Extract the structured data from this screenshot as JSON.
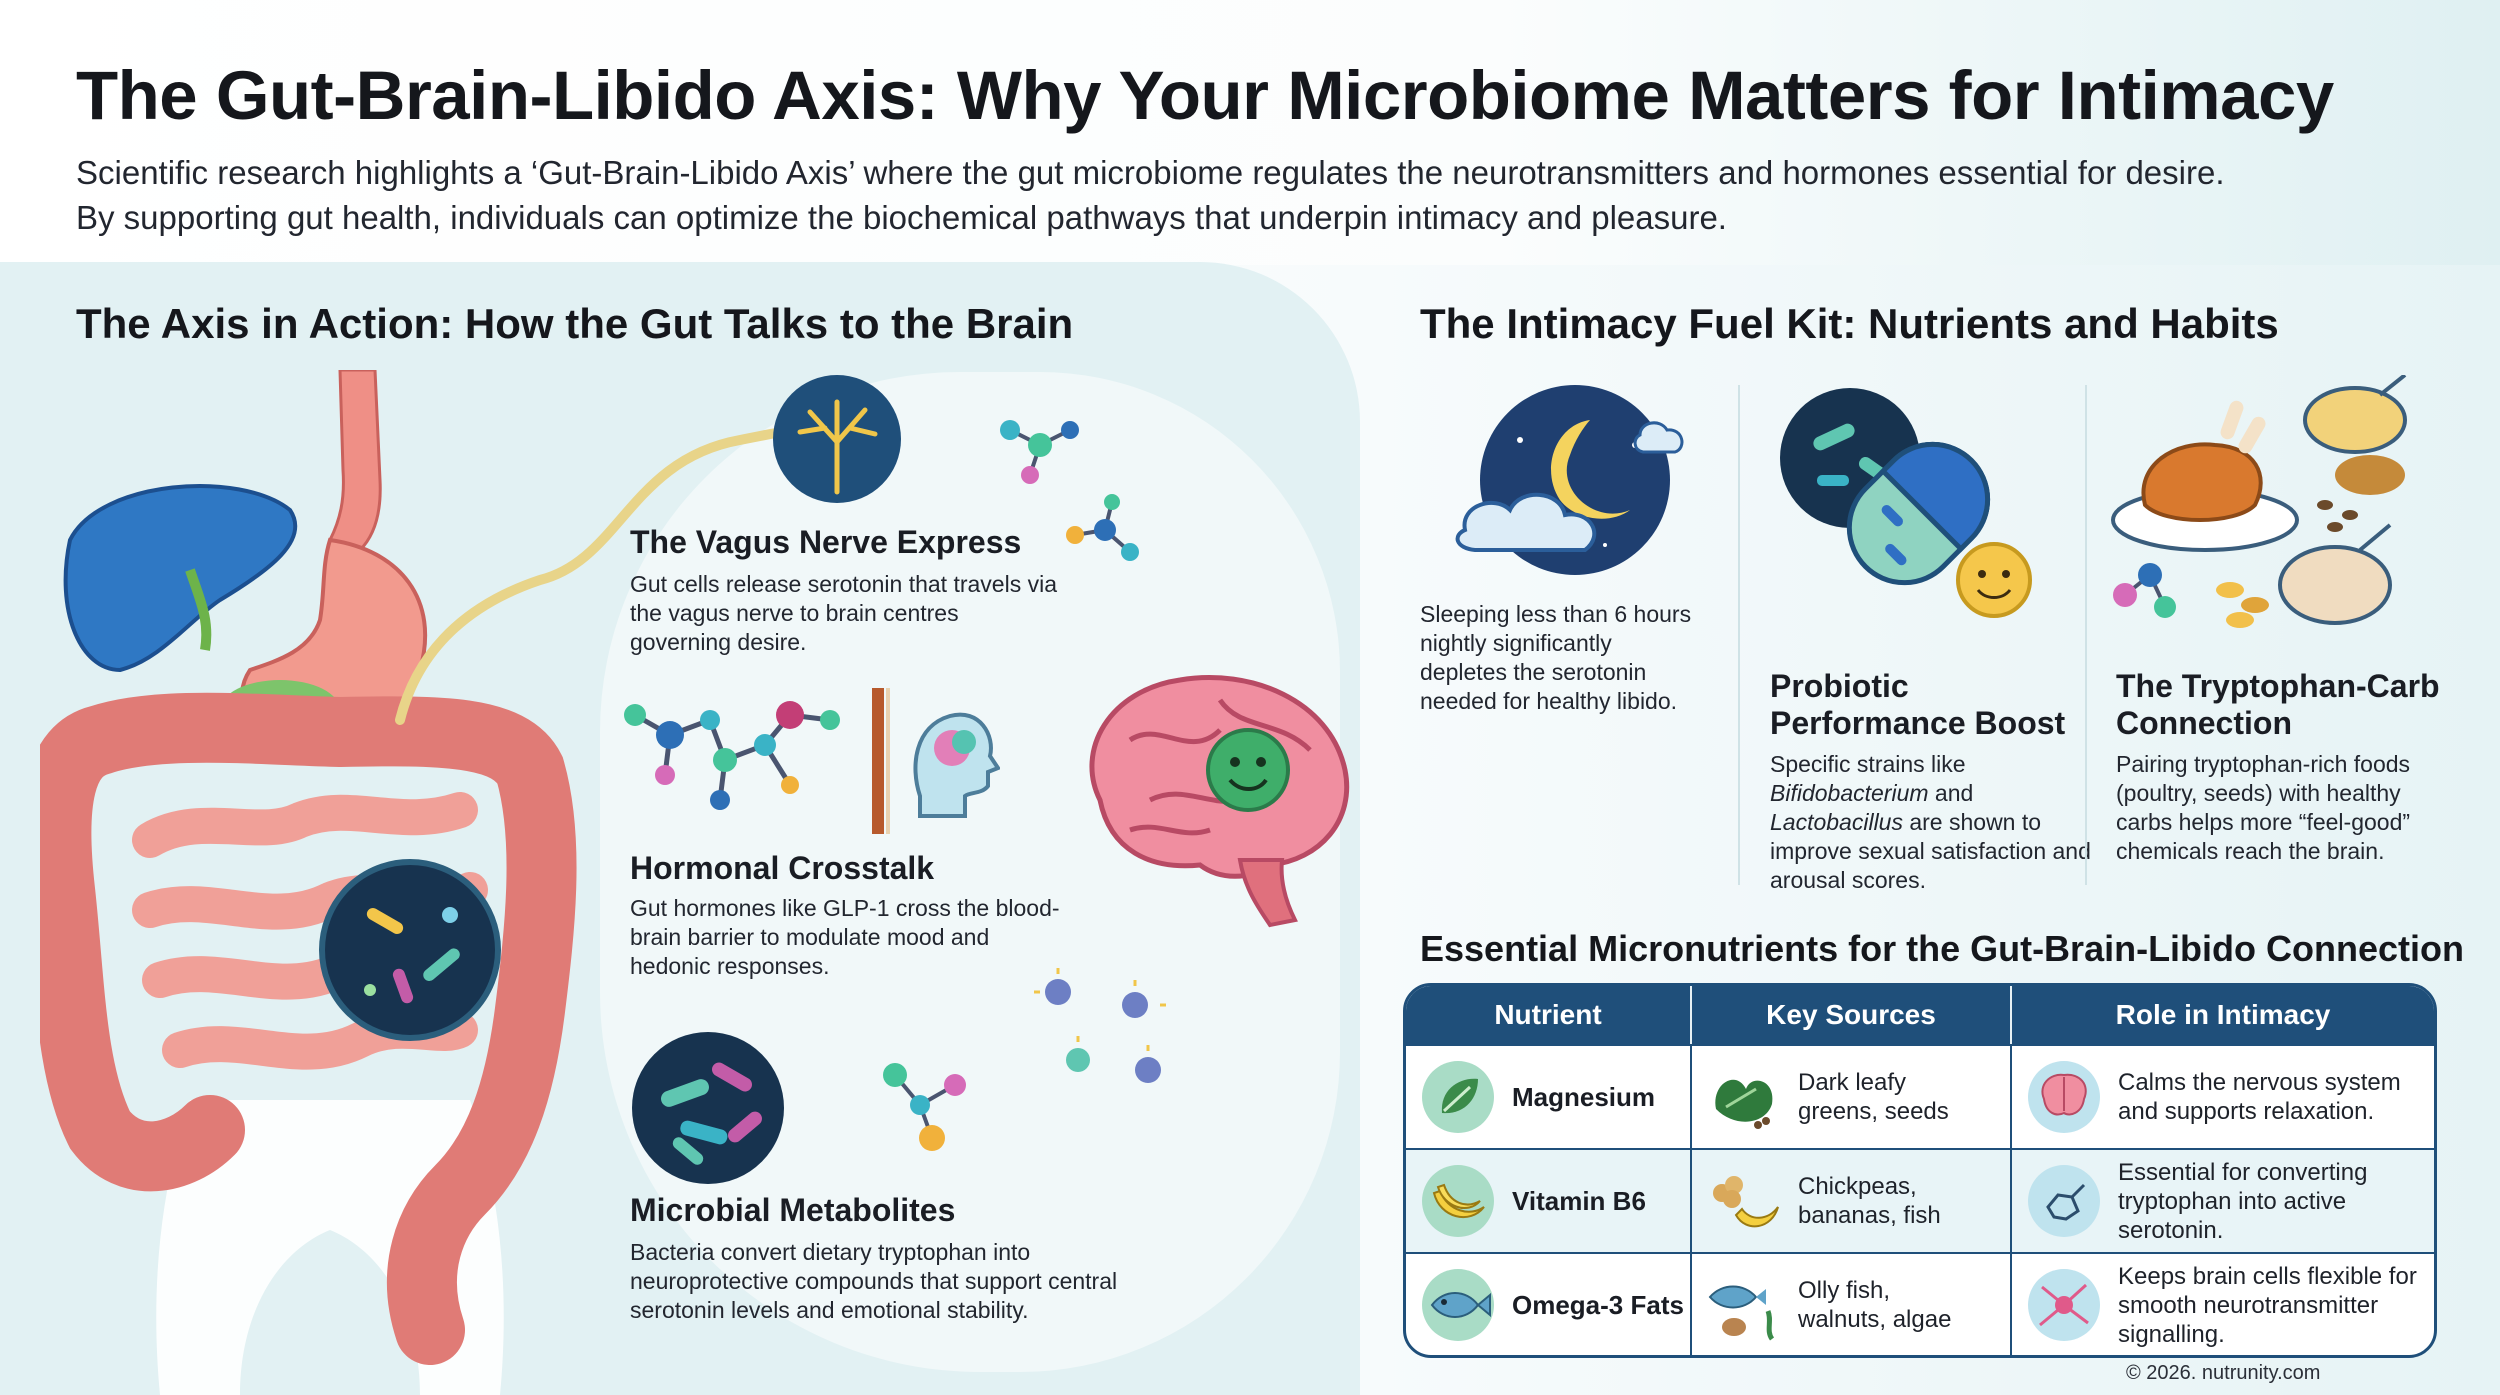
{
  "header": {
    "title": "The Gut-Brain-Libido Axis: Why Your Microbiome Matters for Intimacy",
    "intro_line1": "Scientific research highlights a ‘Gut-Brain-Libido Axis’ where the gut microbiome regulates the neurotransmitters and hormones essential for desire.",
    "intro_line2": "By supporting gut health, individuals can optimize the biochemical pathways that underpin intimacy and pleasure."
  },
  "axis_section": {
    "heading": "The Axis in Action: How the Gut Talks to the Brain",
    "cards": [
      {
        "title": "The Vagus Nerve Express",
        "text": "Gut cells release serotonin that travels via the vagus nerve to brain centres governing desire."
      },
      {
        "title": "Hormonal Crosstalk",
        "text": "Gut hormones like GLP-1 cross the blood-brain barrier to modulate mood and hedonic responses."
      },
      {
        "title": "Microbial Metabolites",
        "text": "Bacteria convert dietary tryptophan into neuroprotective compounds that support central serotonin levels and emotional stability."
      }
    ]
  },
  "fuel_kit": {
    "heading": "The Intimacy Fuel Kit: Nutrients and Habits",
    "sleep_text": "Sleeping less than 6 hours nightly significantly depletes the serotonin needed for healthy libido.",
    "probiotic_title": "Probiotic Performance Boost",
    "probiotic_text_1": "Specific strains like",
    "probiotic_strain_1": "Bifidobacterium",
    "probiotic_text_2": "and",
    "probiotic_strain_2": "Lactobacillus",
    "probiotic_text_3": "are shown to improve sexual satisfaction and arousal scores.",
    "tryptophan_title": "The Tryptophan-Carb Connection",
    "tryptophan_text": "Pairing tryptophan-rich foods (poultry, seeds) with healthy carbs helps more “feel-good” chemicals reach the brain."
  },
  "micronutrients": {
    "heading": "Essential Micronutrients for the Gut-Brain-Libido Connection",
    "columns": [
      "Nutrient",
      "Key Sources",
      "Role in Intimacy"
    ],
    "rows": [
      {
        "nutrient": "Magnesium",
        "nutrient_icon": "leaf-icon",
        "sources": "Dark leafy greens, seeds",
        "sources_icon": "spinach-icon",
        "role": "Calms the nervous system and supports relaxation.",
        "role_icon": "brain-icon"
      },
      {
        "nutrient": "Vitamin B6",
        "nutrient_icon": "banana-icon",
        "sources": "Chickpeas, bananas, fish",
        "sources_icon": "chickpea-banana-icon",
        "role": "Essential for converting tryptophan into active serotonin.",
        "role_icon": "molecule-icon"
      },
      {
        "nutrient": "Omega-3 Fats",
        "nutrient_icon": "fish-icon",
        "sources": "Olly fish, walnuts, algae",
        "sources_icon": "fish-walnut-icon",
        "role": "Keeps brain cells flexible for smooth neurotransmitter signalling.",
        "role_icon": "neuron-icon"
      }
    ]
  },
  "footer": {
    "copyright": "© 2026. nutrunity.com"
  },
  "colors": {
    "heading": "#15171c",
    "table_header": "#1f4f7a",
    "left_panel": "#e2f1f3",
    "intestine": "#e8837f",
    "liver": "#2f78c4"
  }
}
